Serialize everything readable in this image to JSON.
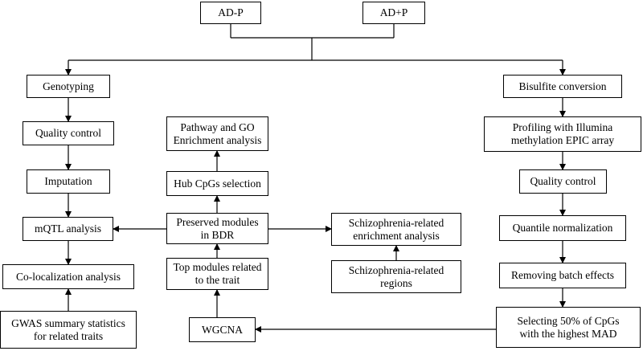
{
  "nodes": {
    "ad_minus_p": "AD-P",
    "ad_plus_p": "AD+P",
    "genotyping": "Genotyping",
    "qc_left": "Quality control",
    "imputation": "Imputation",
    "mqtl": "mQTL analysis",
    "coloc": "Co-localization analysis",
    "gwas_line1": "GWAS summary statistics",
    "gwas_line2": "for related traits",
    "pathway_line1": "Pathway and GO",
    "pathway_line2": "Enrichment analysis",
    "hub": "Hub CpGs selection",
    "preserved_line1": "Preserved modules",
    "preserved_line2": "in BDR",
    "top_line1": "Top modules related",
    "top_line2": "to the trait",
    "wgcna": "WGCNA",
    "scz_enrich_line1": "Schizophrenia-related",
    "scz_enrich_line2": "enrichment analysis",
    "scz_regions_line1": "Schizophrenia-related",
    "scz_regions_line2": "regions",
    "bisulfite": "Bisulfite conversion",
    "profiling_line1": "Profiling with Illumina",
    "profiling_line2": "methylation EPIC array",
    "qc_right": "Quality control",
    "quantile": "Quantile normalization",
    "batch": "Removing batch effects",
    "selecting_line1": "Selecting 50% of CpGs",
    "selecting_line2": "with the highest MAD"
  }
}
